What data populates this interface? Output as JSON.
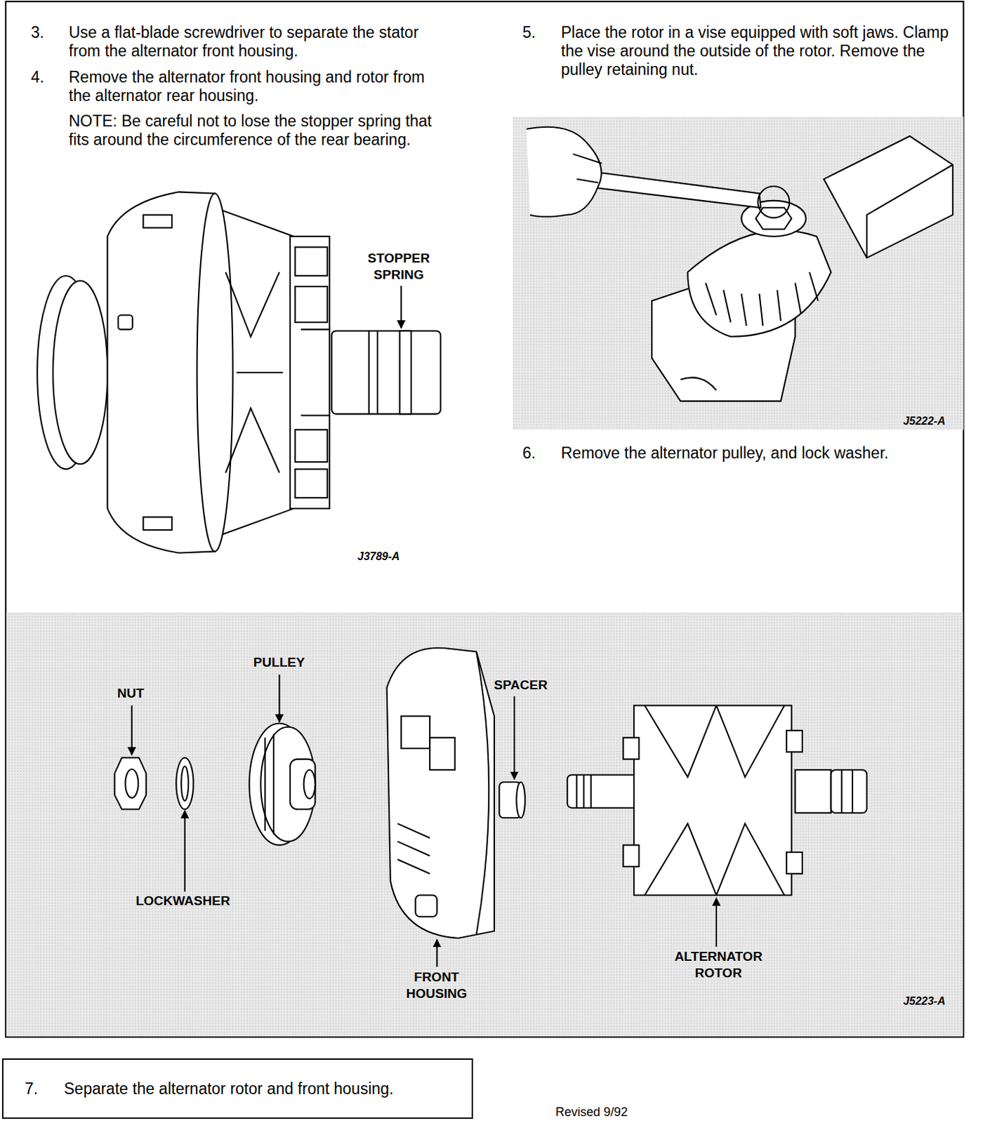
{
  "diagram": {
    "nodes": [
      {
        "text": [
          "7.",
          "Separate the alternator rotor and front housing."
        ]
      }
    ],
    "labels": [
      "3.",
      "Use a flat-blade screwdriver to separate the stator from the alternator front housing.",
      "4.",
      "Remove the alternator front housing and rotor from the alternator rear housing.",
      "NOTE: Be careful not to lose the stopper spring that fits around the circumference of the rear bearing.",
      "STOPPER SPRING",
      "J3789-A",
      "5.",
      "Place the rotor in a vise equipped with soft jaws. Clamp the vise around the outside of the rotor. Remove the pulley retaining nut.",
      "J5222-A",
      "6.",
      "Remove the alternator pulley, and lock washer.",
      "NUT",
      "PULLEY",
      "SPACER",
      "LOCKWASHER",
      "FRONT HOUSING",
      "ALTERNATOR ROTOR",
      "J5223-A",
      "Revised 9/92"
    ]
  }
}
